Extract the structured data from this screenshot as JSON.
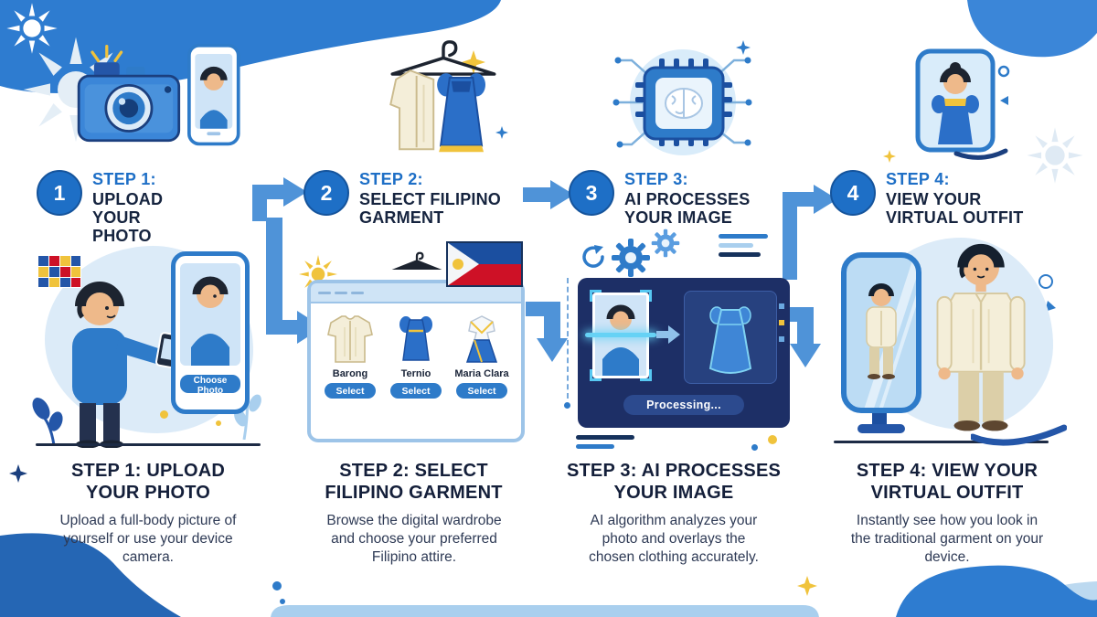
{
  "steps": [
    {
      "number": "1",
      "title": "STEP 1:",
      "subtitle": "UPLOAD YOUR PHOTO",
      "heading": "STEP 1: UPLOAD YOUR PHOTO",
      "description": "Upload a full-body picture of yourself or use your device camera.",
      "phone_button": "Choose Photo"
    },
    {
      "number": "2",
      "title": "STEP 2:",
      "subtitle": "SELECT FILIPINO GARMENT",
      "heading": "STEP 2: SELECT FILIPINO GARMENT",
      "description": "Browse the digital wardrobe and choose your preferred Filipino attire.",
      "garments": [
        {
          "name": "Barong",
          "button": "Select"
        },
        {
          "name": "Ternio",
          "button": "Select"
        },
        {
          "name": "Maria Clara",
          "button": "Select"
        }
      ]
    },
    {
      "number": "3",
      "title": "STEP 3:",
      "subtitle": "AI PROCESSES YOUR IMAGE",
      "heading": "STEP 3: AI PROCESSES YOUR IMAGE",
      "description": "AI algorithm analyzes your photo and overlays the chosen clothing accurately.",
      "status": "Processing..."
    },
    {
      "number": "4",
      "title": "STEP 4:",
      "subtitle": "VIEW YOUR VIRTUAL OUTFIT",
      "heading": "STEP 4: VIEW YOUR VIRTUAL OUTFIT",
      "description": "Instantly see how you look in the traditional garment on your device."
    }
  ],
  "icons": [
    "camera-icon",
    "smartphone-icon",
    "hanger-icon",
    "philippine-flag-icon",
    "sun-icon",
    "ai-chip-icon",
    "brain-icon",
    "gear-icon",
    "mirror-icon",
    "sparkle-icon"
  ],
  "colors": {
    "accent_blue": "#1e6fc6",
    "arrow_blue": "#4f93d8",
    "navy_text": "#16243f",
    "band_blue": "#2e7cd0",
    "light_blue": "#d9ecfa",
    "yellow": "#f0c33c",
    "flag_red": "#ce1126"
  }
}
